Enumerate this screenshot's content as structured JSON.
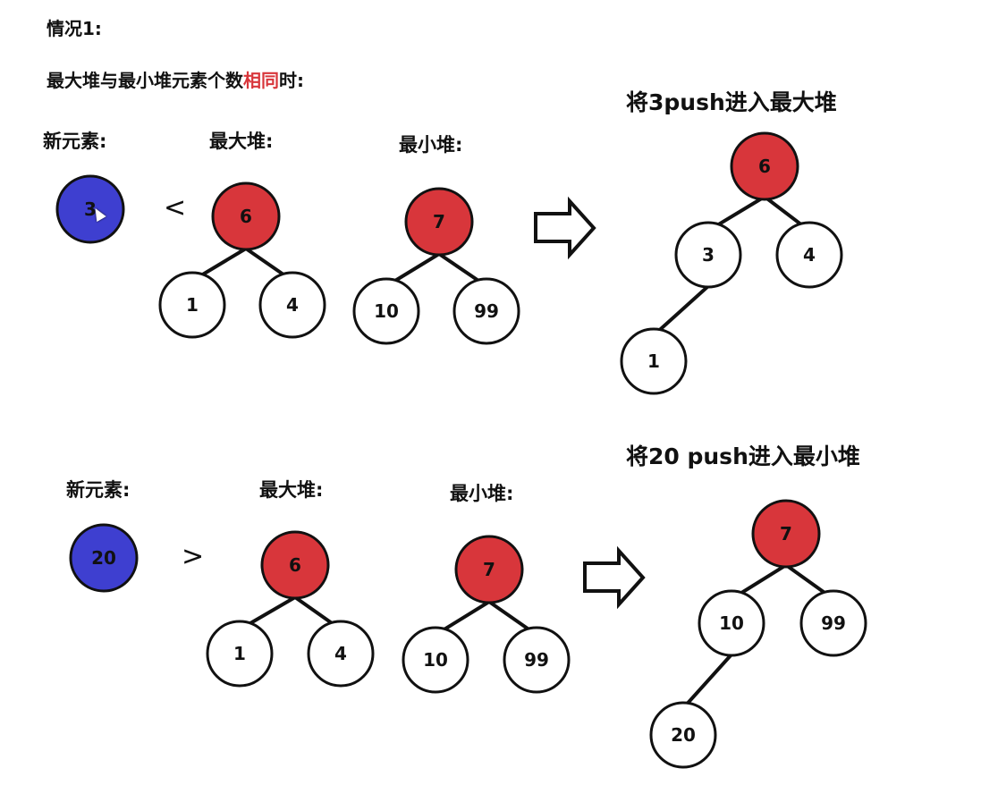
{
  "header": {
    "case_title": "情况1:",
    "condition_prefix": "最大堆与最小堆元素个数",
    "condition_highlight": "相同",
    "condition_suffix": "时:"
  },
  "labels": {
    "new_element": "新元素:",
    "max_heap": "最大堆:",
    "min_heap": "最小堆:"
  },
  "colors": {
    "new_node": "#3e3fd0",
    "root_node": "#d8363b",
    "plain_node": "#ffffff",
    "highlight_text": "#d8363b"
  },
  "scenarios": [
    {
      "new_value": "3",
      "comparison": "<",
      "result_title": "将3push进入最大堆",
      "max_heap": {
        "root": "6",
        "left": "1",
        "right": "4"
      },
      "min_heap": {
        "root": "7",
        "left": "10",
        "right": "99"
      },
      "result": {
        "root": "6",
        "left": "3",
        "right": "4",
        "left_child": "1"
      }
    },
    {
      "new_value": "20",
      "comparison": ">",
      "result_title": "将20 push进入最小堆",
      "max_heap": {
        "root": "6",
        "left": "1",
        "right": "4"
      },
      "min_heap": {
        "root": "7",
        "left": "10",
        "right": "99"
      },
      "result": {
        "root": "7",
        "left": "10",
        "right": "99",
        "left_child": "20"
      }
    }
  ]
}
